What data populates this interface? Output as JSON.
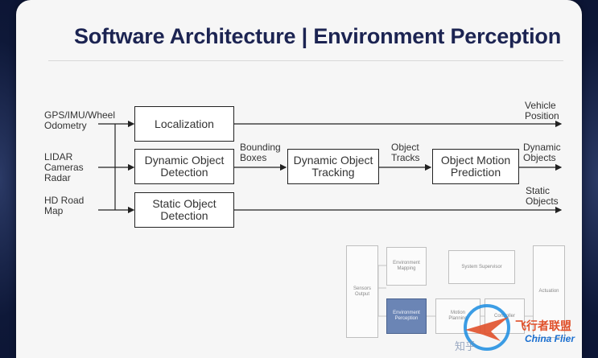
{
  "slide": {
    "title": "Software Architecture | Environment Perception"
  },
  "inputs": {
    "gps": "GPS/IMU/Wheel\nOdometry",
    "sensors": "LIDAR\nCameras\nRadar",
    "map": "HD Road\nMap"
  },
  "blocks": {
    "localization": "Localization",
    "dynamic_detection": "Dynamic Object\nDetection",
    "static_detection": "Static Object\nDetection",
    "tracking": "Dynamic Object\nTracking",
    "prediction": "Object Motion\nPrediction"
  },
  "edge_labels": {
    "bounding_boxes": "Bounding\nBoxes",
    "object_tracks": "Object\nTracks"
  },
  "outputs": {
    "vehicle_position": "Vehicle\nPosition",
    "dynamic_objects": "Dynamic\nObjects",
    "static_objects": "Static\nObjects"
  },
  "mini_diagram": {
    "sensors_output": "Sensors\nOutput",
    "environment_mapping": "Environment\nMapping",
    "environment_perception": "Environment\nPerception",
    "system_supervisor": "System Supervisor",
    "motion_planning": "Motion\nPlanning",
    "controller": "Controller",
    "actuation": "Actuation"
  },
  "watermark": {
    "brand": "飞行者联盟",
    "sub": "China Flier",
    "side": "知乎"
  },
  "colors": {
    "title": "#1c2452",
    "highlight_block": "#6b85b5",
    "background_frame": "#0b1430",
    "watermark_orange": "#e0502a",
    "watermark_blue": "#1a6fd0"
  }
}
